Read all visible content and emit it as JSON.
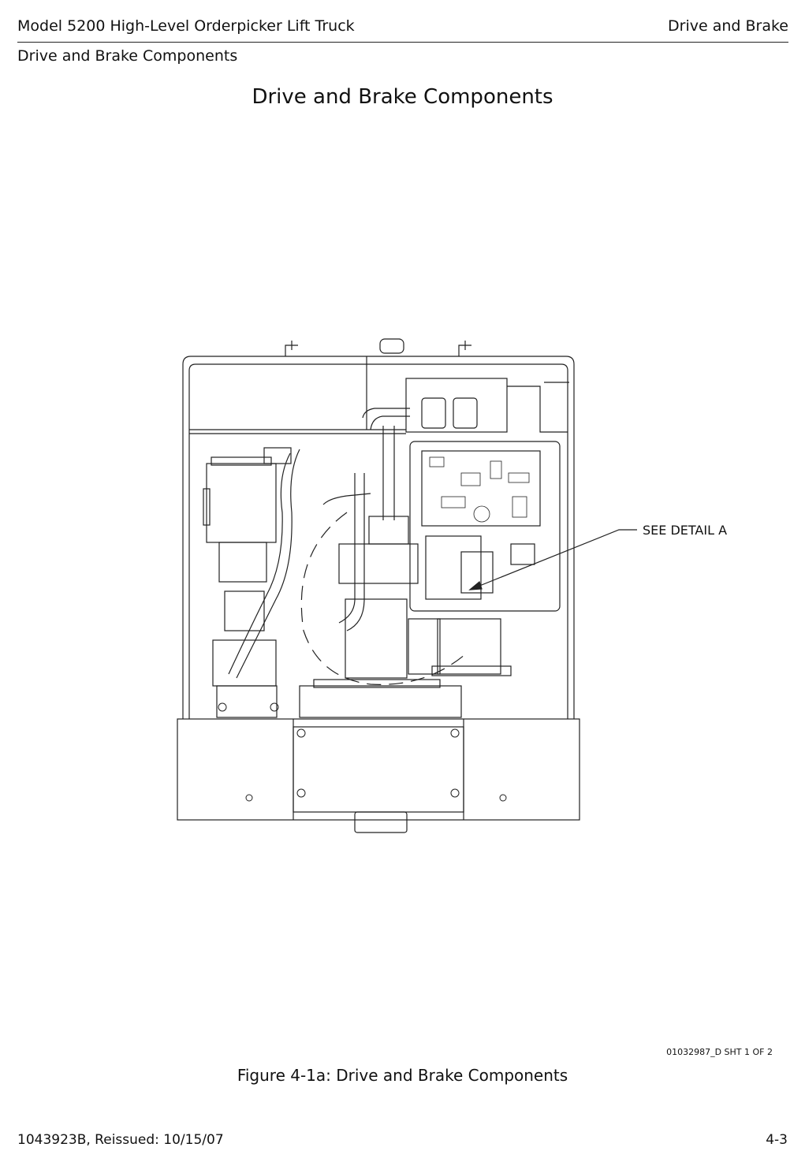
{
  "header": {
    "title": "Model 5200 High-Level Orderpicker Lift Truck",
    "chapter": "Drive and Brake"
  },
  "section": "Drive and Brake Components",
  "page_title": "Drive and Brake Components",
  "figure": {
    "callout": "SEE DETAIL A",
    "drawing_number": "01032987_D SHT 1 OF 2",
    "caption": "Figure 4-1a:  Drive and Brake Components"
  },
  "footer": {
    "doc_number": "1043923B, Reissued: 10/15/07",
    "page": "4-3"
  }
}
